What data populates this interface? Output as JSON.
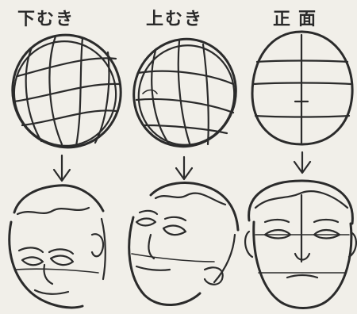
{
  "columns": [
    {
      "id": "down",
      "label": "下むき"
    },
    {
      "id": "up",
      "label": "上むき"
    },
    {
      "id": "front",
      "label": "正面"
    }
  ],
  "colors": {
    "ink": "#2b2b2b",
    "paper": "#f1efe9"
  }
}
